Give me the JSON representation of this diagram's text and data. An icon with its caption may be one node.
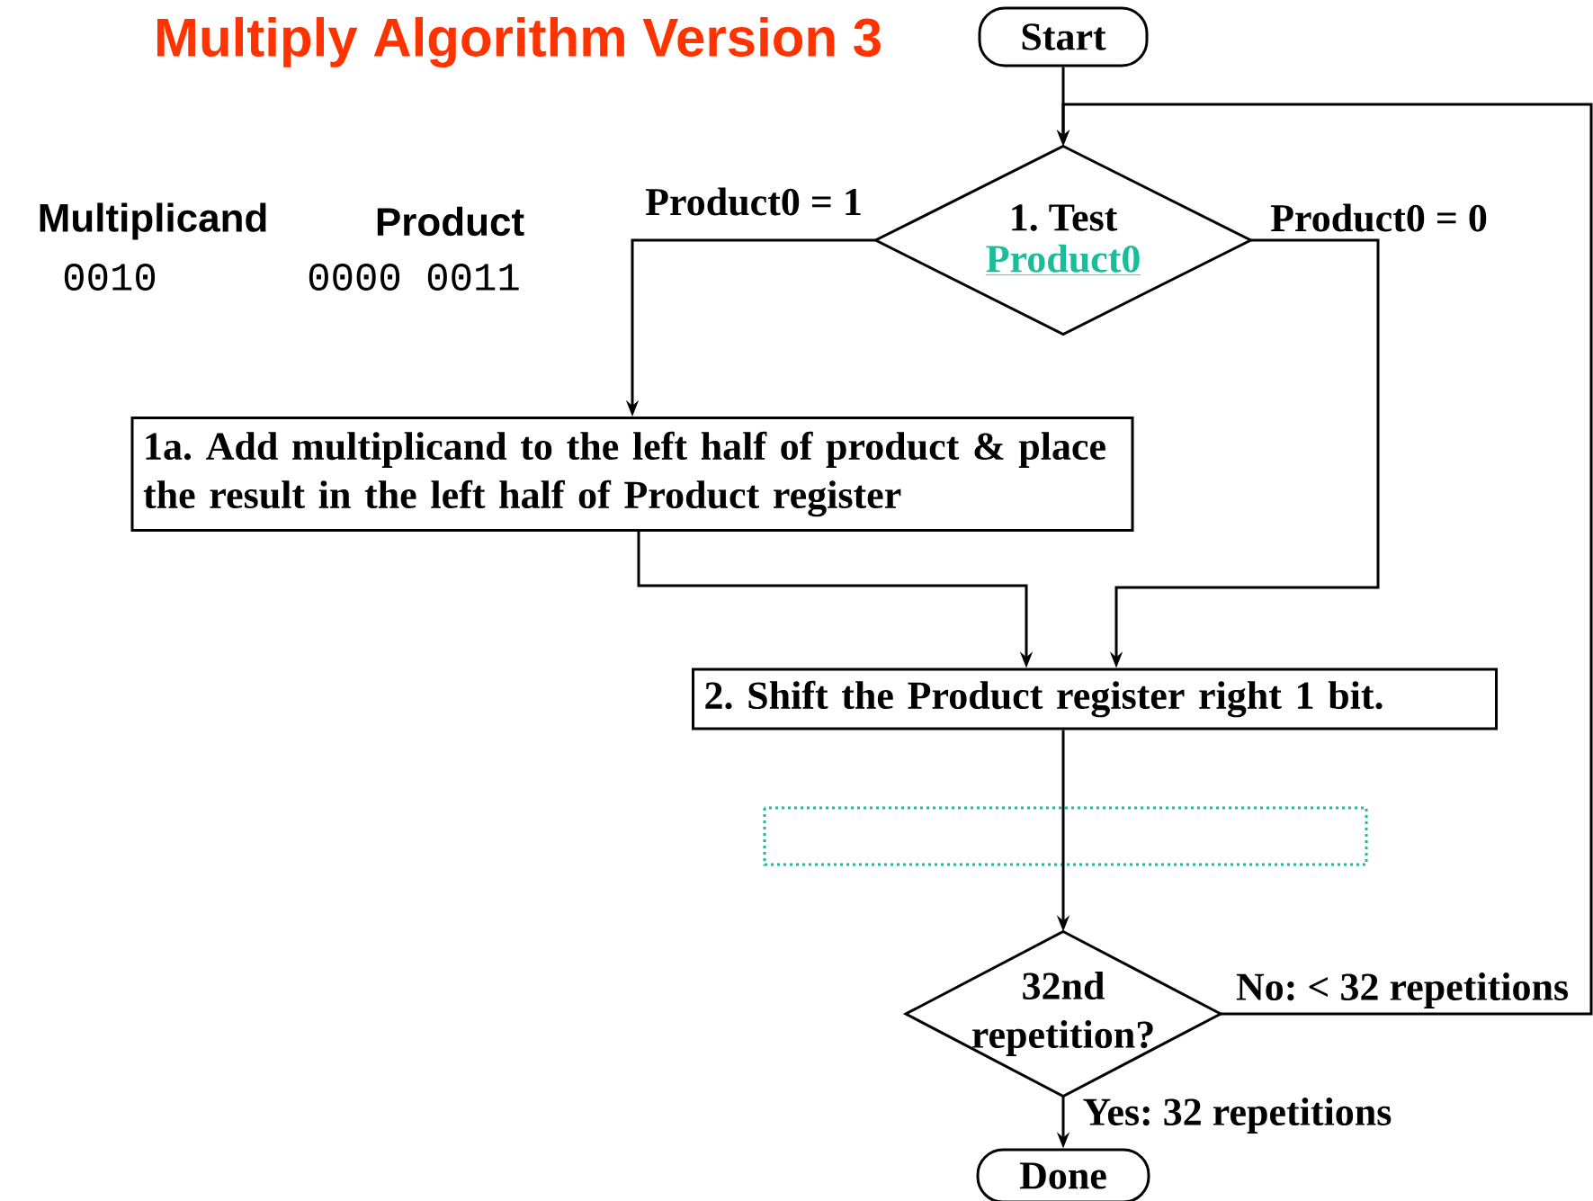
{
  "diagram": {
    "title": "Multiply Algorithm Version 3",
    "nodes": [
      {
        "text": [
          "Start"
        ]
      },
      {
        "text": [
          "1. Test",
          "Product0"
        ]
      },
      {
        "text": [
          "1a. Add multiplicand to the left half of product & place the result in the left half of Product register"
        ]
      },
      {
        "text": [
          "2. Shift the Product register right 1 bit."
        ]
      },
      {
        "text": [
          "32nd repetition?"
        ]
      },
      {
        "text": [
          "Done"
        ]
      }
    ],
    "edges": [
      {
        "from": 0,
        "to": 1,
        "arrow": "to"
      },
      {
        "from": 1,
        "to": 2,
        "arrow": "to",
        "label": "Product0 = 1"
      },
      {
        "from": 1,
        "to": 3,
        "arrow": "to",
        "label": "Product0 = 0"
      },
      {
        "from": 2,
        "to": 3,
        "arrow": "to"
      },
      {
        "from": 3,
        "to": 4,
        "arrow": "to"
      },
      {
        "from": 4,
        "to": 1,
        "arrow": "to",
        "label": "No: < 32 repetitions"
      },
      {
        "from": 4,
        "to": 5,
        "arrow": "to",
        "label": "Yes: 32 repetitions"
      }
    ],
    "labels": [
      "Multiplicand",
      "Product",
      "0010",
      "0000 0011"
    ]
  }
}
